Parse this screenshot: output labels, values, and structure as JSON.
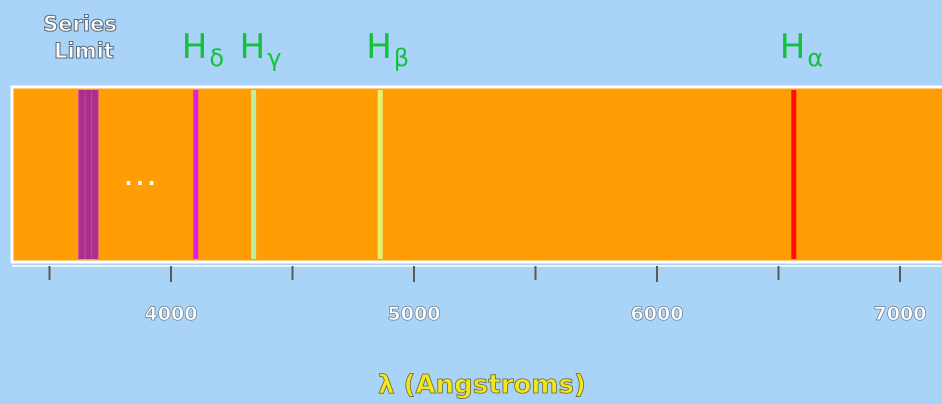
{
  "series_limit": {
    "line1": "Series",
    "line2": "Limit"
  },
  "ellipsis": "...",
  "axis_title": "λ (Angstroms)",
  "axis": {
    "min": 3500,
    "max": 7200,
    "major_ticks": [
      4000,
      5000,
      6000,
      7000
    ],
    "minor_ticks": [
      3500,
      4500,
      5500,
      6500
    ],
    "tick_labels": [
      "4000",
      "5000",
      "6000",
      "7000"
    ]
  },
  "lines": [
    {
      "id": "h-delta",
      "letter": "H",
      "sub": "δ",
      "wavelength": 4102,
      "color": "#e020e0"
    },
    {
      "id": "h-gamma",
      "letter": "H",
      "sub": "γ",
      "wavelength": 4340,
      "color": "#b8f0a8"
    },
    {
      "id": "h-beta",
      "letter": "H",
      "sub": "β",
      "wavelength": 4861,
      "color": "#e8f070"
    },
    {
      "id": "h-alpha",
      "letter": "H",
      "sub": "α",
      "wavelength": 6563,
      "color": "#ff1010"
    }
  ],
  "series_limit_band": {
    "from": 3620,
    "to": 3700,
    "color": "#a8308a"
  },
  "colors": {
    "background": "#a9d3f7",
    "band": "#ff9d05",
    "band_border": "#ffffff",
    "label_green": "#12c23a",
    "title_yellow": "#f4e61e",
    "tick_label": "#ffffff",
    "series_limit_text": "#ffffff"
  }
}
